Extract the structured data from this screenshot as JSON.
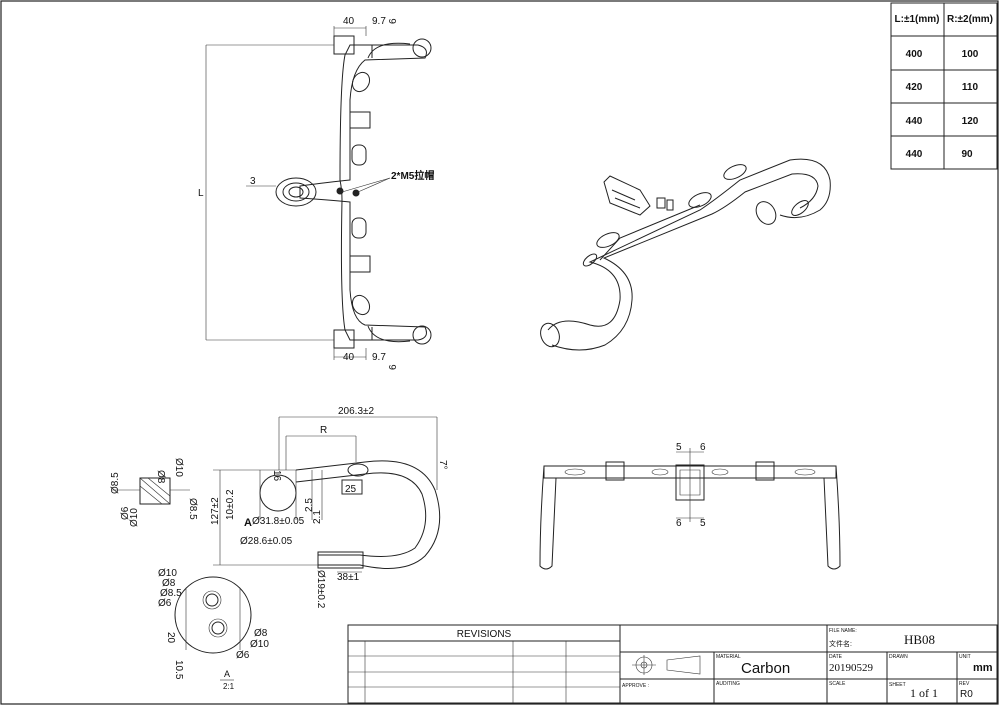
{
  "size_table": {
    "headers": [
      "L:±1(mm)",
      "R:±2(mm)"
    ],
    "rows": [
      [
        "400",
        "100"
      ],
      [
        "420",
        "110"
      ],
      [
        "440",
        "120"
      ],
      [
        "440",
        "90"
      ]
    ]
  },
  "top_view": {
    "dim_clamp_top": "40",
    "dim_offset_top": "9.7",
    "dim_clamp_bottom": "40",
    "dim_offset_bottom": "9.7",
    "dim_small_top": "6",
    "dim_small_bottom": "6",
    "dim_L": "L",
    "dim_stem": "3",
    "bolt_note": "2*M5拉帽"
  },
  "side_view": {
    "dim_total": "206.3±2",
    "dim_R": "R",
    "dim_drop": "127±2",
    "dim_rise": "10±0.2",
    "dim_2_5": "2.5",
    "dim_2_1": "2.1",
    "dim_d31": "Ø31.8±0.05",
    "dim_d28": "Ø28.6±0.05",
    "dim_25": "25",
    "dim_38": "38±1",
    "dim_19": "Ø19±0.2",
    "dim_angle": "7°",
    "dim_16": "16",
    "section_A": "A"
  },
  "section_left": {
    "d85a": "Ø8.5",
    "d10a": "Ø10",
    "d6": "Ø6",
    "d10b": "Ø10",
    "d8": "Ø8",
    "d85b": "Ø8.5"
  },
  "section_round": {
    "d10": "Ø10",
    "d8a": "Ø8",
    "d85": "Ø8.5",
    "d6a": "Ø6",
    "d8b": "Ø8",
    "d10b": "Ø10",
    "d6b": "Ø6",
    "d20": "20",
    "d105": "10.5",
    "section_label": "A",
    "section_scale": "2:1"
  },
  "front_view": {
    "dim_5a": "5",
    "dim_6a": "6",
    "dim_6b": "6",
    "dim_5b": "5"
  },
  "title_block": {
    "revisions_title": "REVISIONS",
    "material_label": "MATERIAL",
    "material_value": "Carbon",
    "file_name_label": "FILE NAME:",
    "file_name_cn": "文件名:",
    "file_name_value": "HB08",
    "date_label": "DATE",
    "date_value": "20190529",
    "drawn_label": "DRAWN",
    "unit_label": "UNIT",
    "unit_value": "mm",
    "approve_label": "APPROVE :",
    "auditing_label": "AUDITING",
    "scale_label": "SCALE",
    "sheet_label": "SHEET",
    "sheet_value": "1 of 1",
    "rev_label": "REV",
    "rev_value": "R0"
  }
}
